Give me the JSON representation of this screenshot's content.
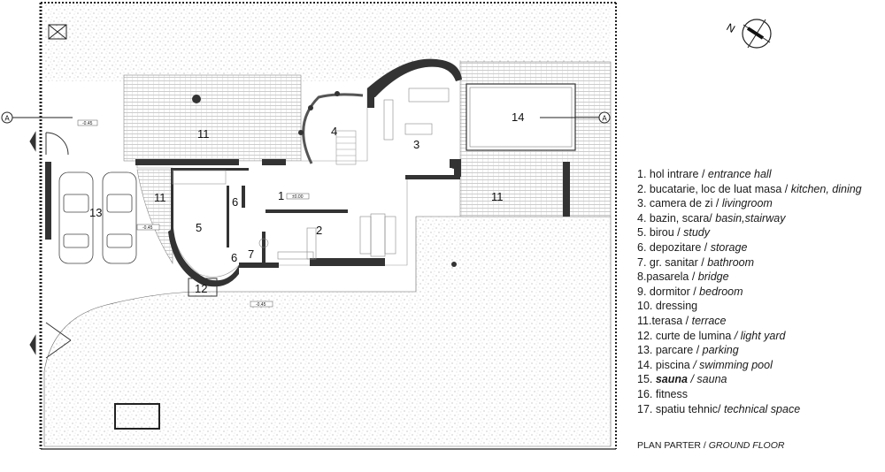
{
  "plan": {
    "rooms": [
      {
        "num": "1"
      },
      {
        "num": "2"
      },
      {
        "num": "3"
      },
      {
        "num": "4"
      },
      {
        "num": "5"
      },
      {
        "num": "6"
      },
      {
        "num": "6"
      },
      {
        "num": "7"
      },
      {
        "num": "11"
      },
      {
        "num": "11"
      },
      {
        "num": "11"
      },
      {
        "num": "12"
      },
      {
        "num": "13"
      },
      {
        "num": "14"
      }
    ],
    "levels": [
      "-0.45",
      "-0.45",
      "-0.45",
      "±0.00"
    ],
    "section_marker": "A",
    "north_label": "N"
  },
  "legend": {
    "items": [
      {
        "ro": "1. hol intrare / ",
        "en": "entrance hall"
      },
      {
        "ro": "2. bucatarie, loc de luat masa / ",
        "en": "kitchen, dining"
      },
      {
        "ro": "3. camera de zi / ",
        "en": "livingroom"
      },
      {
        "ro": "4. bazin, scara/ ",
        "en": "basin,stairway"
      },
      {
        "ro": "5. birou / ",
        "en": "study"
      },
      {
        "ro": "6. depozitare / ",
        "en": "storage"
      },
      {
        "ro": "7. gr. sanitar / ",
        "en": "bathroom"
      },
      {
        "ro": "8.pasarela / ",
        "en": "bridge"
      },
      {
        "ro": "9. dormitor / ",
        "en": "bedroom"
      },
      {
        "ro": "10. dressing",
        "en": ""
      },
      {
        "ro": "11.terasa / ",
        "en": "terrace"
      },
      {
        "ro": "12. curte de lumina",
        "en": " / light yard"
      },
      {
        "ro": "13. parcare / ",
        "en": "parking"
      },
      {
        "ro": "14. piscina",
        "en": " / swimming pool"
      },
      {
        "ro": "15. ",
        "bold": "sauna",
        "en": " / sauna"
      },
      {
        "ro": "16. fitness",
        "en": ""
      },
      {
        "ro": "17. spatiu tehnic/ ",
        "en": "technical space"
      }
    ],
    "title_ro": "PLAN PARTER / ",
    "title_en": "GROUND FLOOR"
  },
  "colors": {
    "wall": "#333333",
    "line": "#444444",
    "background": "#ffffff"
  }
}
